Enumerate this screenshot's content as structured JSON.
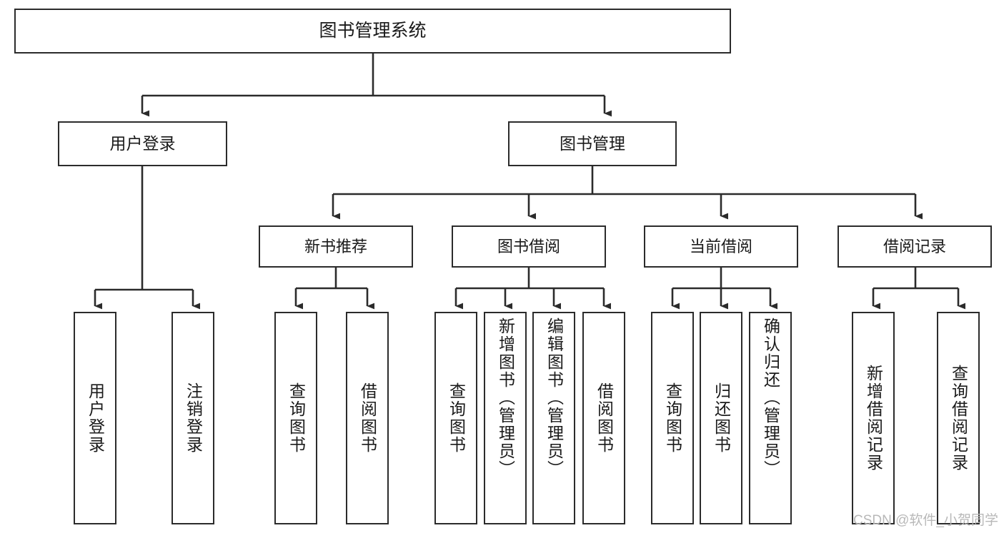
{
  "diagram": {
    "type": "tree-hierarchy-flowchart",
    "title": "图书管理系统",
    "watermark": "CSDN @软件_小贺同学",
    "colors": {
      "box_border": "#2b2b2b",
      "box_fill": "#ffffff",
      "connector": "#2b2b2b",
      "text": "#1a1a1a",
      "watermark": "#b8b8b8",
      "background": "#ffffff"
    },
    "levels": [
      {
        "level": 0,
        "nodes": [
          {
            "id": "root",
            "label": "图书管理系统",
            "orientation": "horizontal"
          }
        ]
      },
      {
        "level": 1,
        "nodes": [
          {
            "id": "login",
            "label": "用户登录",
            "orientation": "horizontal",
            "parent": "root"
          },
          {
            "id": "bookmgmt",
            "label": "图书管理",
            "orientation": "horizontal",
            "parent": "root"
          }
        ]
      },
      {
        "level": 2,
        "nodes": [
          {
            "id": "newbook",
            "label": "新书推荐",
            "orientation": "horizontal",
            "parent": "bookmgmt"
          },
          {
            "id": "borrow",
            "label": "图书借阅",
            "orientation": "horizontal",
            "parent": "bookmgmt"
          },
          {
            "id": "current",
            "label": "当前借阅",
            "orientation": "horizontal",
            "parent": "bookmgmt"
          },
          {
            "id": "records",
            "label": "借阅记录",
            "orientation": "horizontal",
            "parent": "bookmgmt"
          }
        ]
      },
      {
        "level": 3,
        "nodes": [
          {
            "id": "leaf1",
            "label": "用户登录",
            "orientation": "vertical",
            "parent": "login"
          },
          {
            "id": "leaf2",
            "label": "注销登录",
            "orientation": "vertical",
            "parent": "login"
          },
          {
            "id": "leaf3",
            "label": "查询图书",
            "orientation": "vertical",
            "parent": "newbook"
          },
          {
            "id": "leaf4",
            "label": "借阅图书",
            "orientation": "vertical",
            "parent": "newbook"
          },
          {
            "id": "leaf5",
            "label": "查询图书",
            "orientation": "vertical",
            "parent": "borrow"
          },
          {
            "id": "leaf6",
            "label": "新增图书（管理员）",
            "orientation": "vertical",
            "parent": "borrow"
          },
          {
            "id": "leaf7",
            "label": "编辑图书（管理员）",
            "orientation": "vertical",
            "parent": "borrow"
          },
          {
            "id": "leaf8",
            "label": "借阅图书",
            "orientation": "vertical",
            "parent": "borrow"
          },
          {
            "id": "leaf9",
            "label": "查询图书",
            "orientation": "vertical",
            "parent": "current"
          },
          {
            "id": "leaf10",
            "label": "归还图书",
            "orientation": "vertical",
            "parent": "current"
          },
          {
            "id": "leaf11",
            "label": "确认归还（管理员）",
            "orientation": "vertical",
            "parent": "current"
          },
          {
            "id": "leaf12",
            "label": "新增借阅记录",
            "orientation": "vertical",
            "parent": "records"
          },
          {
            "id": "leaf13",
            "label": "查询借阅记录",
            "orientation": "vertical",
            "parent": "records"
          }
        ]
      }
    ]
  }
}
